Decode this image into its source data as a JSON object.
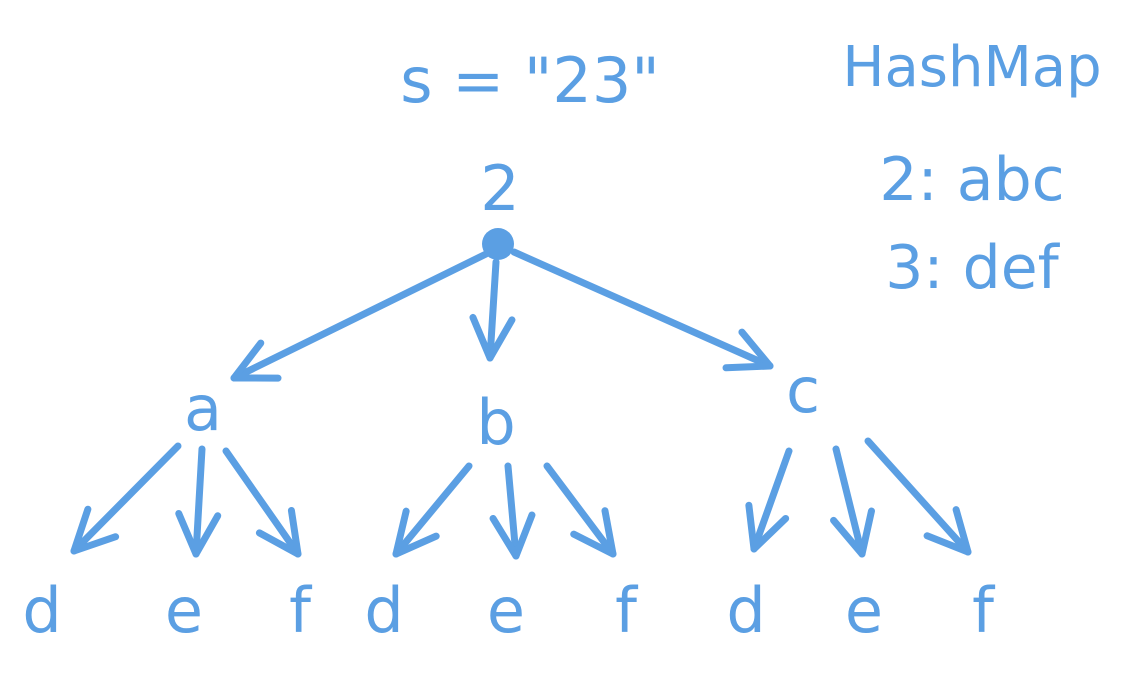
{
  "theme": {
    "stroke_color": "#5b9fe3",
    "background": "#ffffff"
  },
  "input_label": "s = \"23\"",
  "hashmap": {
    "title": "HashMap",
    "entries": [
      {
        "key": "2",
        "value": "abc",
        "text": "2: abc"
      },
      {
        "key": "3",
        "value": "def",
        "text": "3: def"
      }
    ]
  },
  "tree": {
    "root": {
      "label": "2"
    },
    "level1": [
      {
        "label": "a",
        "children": [
          "d",
          "e",
          "f"
        ]
      },
      {
        "label": "b",
        "children": [
          "d",
          "e",
          "f"
        ]
      },
      {
        "label": "c",
        "children": [
          "d",
          "e",
          "f"
        ]
      }
    ]
  }
}
